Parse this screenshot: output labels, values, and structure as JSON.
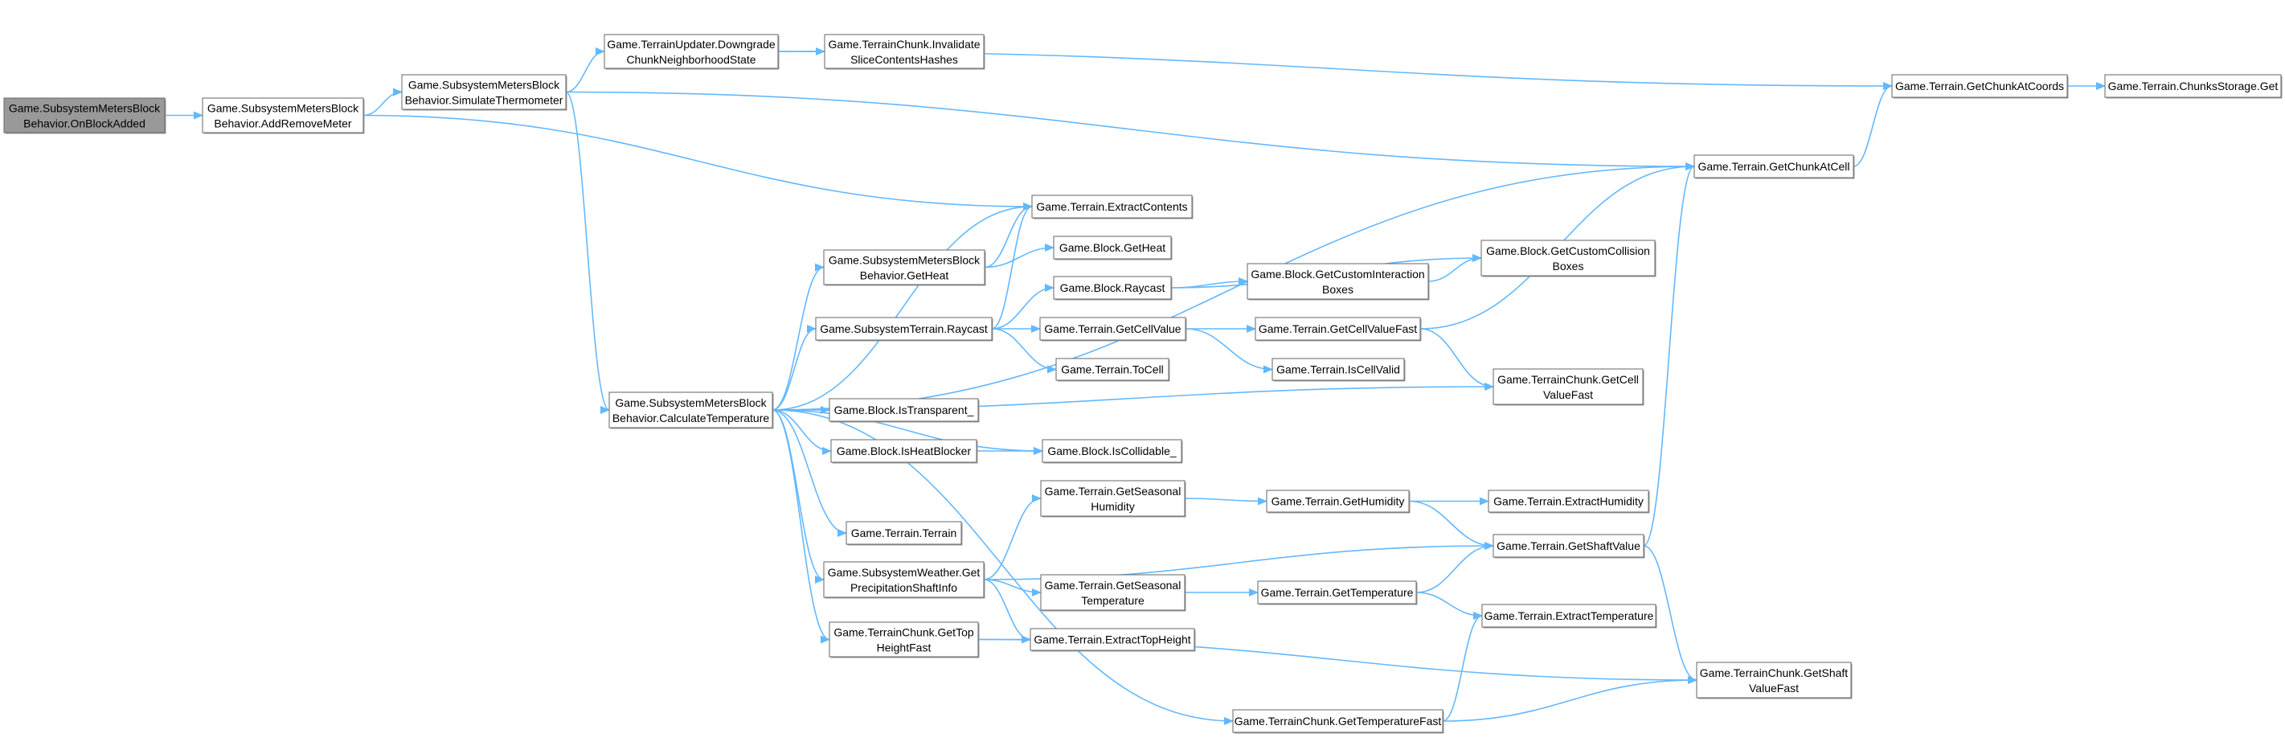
{
  "colors": {
    "edge": "#63b8ff",
    "root_fill": "#999999",
    "node_border": "#666666"
  },
  "nodes": {
    "onBlockAdded": [
      "Game.SubsystemMetersBlock",
      "Behavior.OnBlockAdded"
    ],
    "addRemoveMeter": [
      "Game.SubsystemMetersBlock",
      "Behavior.AddRemoveMeter"
    ],
    "simulateThermometer": [
      "Game.SubsystemMetersBlock",
      "Behavior.SimulateThermometer"
    ],
    "downgrade": [
      "Game.TerrainUpdater.Downgrade",
      "ChunkNeighborhoodState"
    ],
    "invalidate": [
      "Game.TerrainChunk.Invalidate",
      "SliceContentsHashes"
    ],
    "getChunkAtCoords": [
      "Game.Terrain.GetChunkAtCoords"
    ],
    "chunksStorageGet": [
      "Game.Terrain.ChunksStorage.Get"
    ],
    "getChunkAtCell": [
      "Game.Terrain.GetChunkAtCell"
    ],
    "extractContents": [
      "Game.Terrain.ExtractContents"
    ],
    "smbbGetHeat": [
      "Game.SubsystemMetersBlock",
      "Behavior.GetHeat"
    ],
    "blockGetHeat": [
      "Game.Block.GetHeat"
    ],
    "getCustomCollisionBoxes": [
      "Game.Block.GetCustomCollision",
      "Boxes"
    ],
    "blockRaycast": [
      "Game.Block.Raycast"
    ],
    "getCustomInteractionBoxes": [
      "Game.Block.GetCustomInteraction",
      "Boxes"
    ],
    "subsystemTerrainRaycast": [
      "Game.SubsystemTerrain.Raycast"
    ],
    "getCellValue": [
      "Game.Terrain.GetCellValue"
    ],
    "getCellValueFast": [
      "Game.Terrain.GetCellValueFast"
    ],
    "toCell": [
      "Game.Terrain.ToCell"
    ],
    "isCellValid": [
      "Game.Terrain.IsCellValid"
    ],
    "chunkGetCellValueFast": [
      "Game.TerrainChunk.GetCell",
      "ValueFast"
    ],
    "calculateTemperature": [
      "Game.SubsystemMetersBlock",
      "Behavior.CalculateTemperature"
    ],
    "isTransparent": [
      "Game.Block.IsTransparent_"
    ],
    "isHeatBlocker": [
      "Game.Block.IsHeatBlocker"
    ],
    "isCollidable": [
      "Game.Block.IsCollidable_"
    ],
    "getSeasonalHumidity": [
      "Game.Terrain.GetSeasonal",
      "Humidity"
    ],
    "getHumidity": [
      "Game.Terrain.GetHumidity"
    ],
    "extractHumidity": [
      "Game.Terrain.ExtractHumidity"
    ],
    "terrainTerrain": [
      "Game.Terrain.Terrain"
    ],
    "getShaftValue": [
      "Game.Terrain.GetShaftValue"
    ],
    "getPrecipitationShaftInfo": [
      "Game.SubsystemWeather.Get",
      "PrecipitationShaftInfo"
    ],
    "getSeasonalTemperature": [
      "Game.Terrain.GetSeasonal",
      "Temperature"
    ],
    "getTemperature": [
      "Game.Terrain.GetTemperature"
    ],
    "extractTemperature": [
      "Game.Terrain.ExtractTemperature"
    ],
    "getTopHeightFast": [
      "Game.TerrainChunk.GetTop",
      "HeightFast"
    ],
    "extractTopHeight": [
      "Game.Terrain.ExtractTopHeight"
    ],
    "getShaftValueFast": [
      "Game.TerrainChunk.GetShaft",
      "ValueFast"
    ],
    "getTemperatureFast": [
      "Game.TerrainChunk.GetTemperatureFast"
    ]
  },
  "root": "onBlockAdded",
  "edges": [
    [
      "onBlockAdded",
      "addRemoveMeter"
    ],
    [
      "addRemoveMeter",
      "simulateThermometer"
    ],
    [
      "addRemoveMeter",
      "extractContents"
    ],
    [
      "simulateThermometer",
      "downgrade"
    ],
    [
      "simulateThermometer",
      "getChunkAtCell"
    ],
    [
      "simulateThermometer",
      "calculateTemperature"
    ],
    [
      "downgrade",
      "invalidate"
    ],
    [
      "downgrade",
      "getChunkAtCoords"
    ],
    [
      "getChunkAtCoords",
      "chunksStorageGet"
    ],
    [
      "getChunkAtCell",
      "getChunkAtCoords"
    ],
    [
      "calculateTemperature",
      "getChunkAtCell"
    ],
    [
      "calculateTemperature",
      "extractContents"
    ],
    [
      "calculateTemperature",
      "smbbGetHeat"
    ],
    [
      "calculateTemperature",
      "subsystemTerrainRaycast"
    ],
    [
      "calculateTemperature",
      "chunkGetCellValueFast"
    ],
    [
      "calculateTemperature",
      "isTransparent"
    ],
    [
      "calculateTemperature",
      "isHeatBlocker"
    ],
    [
      "calculateTemperature",
      "isCollidable"
    ],
    [
      "calculateTemperature",
      "terrainTerrain"
    ],
    [
      "calculateTemperature",
      "getPrecipitationShaftInfo"
    ],
    [
      "calculateTemperature",
      "getTopHeightFast"
    ],
    [
      "calculateTemperature",
      "getTemperatureFast"
    ],
    [
      "smbbGetHeat",
      "extractContents"
    ],
    [
      "smbbGetHeat",
      "blockGetHeat"
    ],
    [
      "subsystemTerrainRaycast",
      "extractContents"
    ],
    [
      "subsystemTerrainRaycast",
      "blockRaycast"
    ],
    [
      "subsystemTerrainRaycast",
      "getCellValue"
    ],
    [
      "subsystemTerrainRaycast",
      "toCell"
    ],
    [
      "blockRaycast",
      "getCustomCollisionBoxes"
    ],
    [
      "blockRaycast",
      "getCustomInteractionBoxes"
    ],
    [
      "getCustomInteractionBoxes",
      "getCustomCollisionBoxes"
    ],
    [
      "getCellValue",
      "getCellValueFast"
    ],
    [
      "getCellValue",
      "isCellValid"
    ],
    [
      "getCellValueFast",
      "getChunkAtCell"
    ],
    [
      "getCellValueFast",
      "chunkGetCellValueFast"
    ],
    [
      "isHeatBlocker",
      "isCollidable"
    ],
    [
      "getPrecipitationShaftInfo",
      "getSeasonalHumidity"
    ],
    [
      "getPrecipitationShaftInfo",
      "getShaftValue"
    ],
    [
      "getPrecipitationShaftInfo",
      "getSeasonalTemperature"
    ],
    [
      "getPrecipitationShaftInfo",
      "extractTopHeight"
    ],
    [
      "getSeasonalHumidity",
      "getHumidity"
    ],
    [
      "getHumidity",
      "extractHumidity"
    ],
    [
      "getHumidity",
      "getShaftValue"
    ],
    [
      "getShaftValue",
      "getChunkAtCell"
    ],
    [
      "getShaftValue",
      "getShaftValueFast"
    ],
    [
      "getSeasonalTemperature",
      "getTemperature"
    ],
    [
      "getTemperature",
      "getShaftValue"
    ],
    [
      "getTemperature",
      "extractTemperature"
    ],
    [
      "getTopHeightFast",
      "extractTopHeight"
    ],
    [
      "getTopHeightFast",
      "getShaftValueFast"
    ],
    [
      "getTemperatureFast",
      "extractTemperature"
    ],
    [
      "getTemperatureFast",
      "getShaftValueFast"
    ]
  ]
}
